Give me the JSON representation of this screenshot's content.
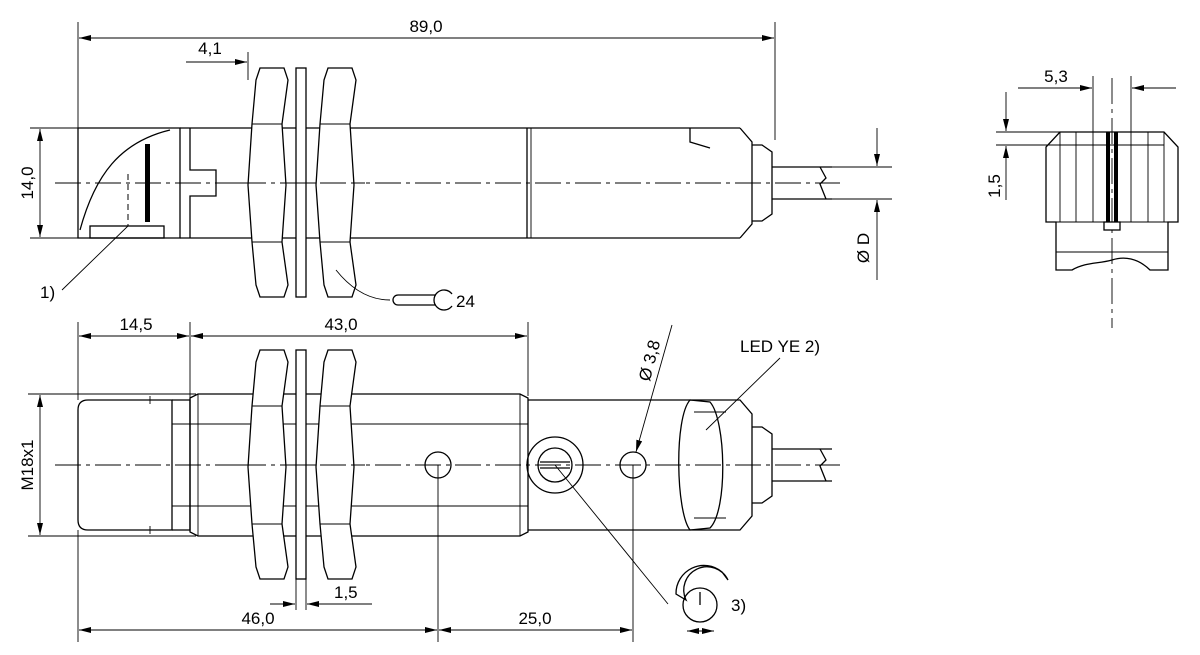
{
  "dimensions": {
    "total_length": "89,0",
    "nut_offset": "4,1",
    "height": "14,0",
    "diameter": "Ø D",
    "thread": "M18x1",
    "head_length": "14,5",
    "thread_length": "43,0",
    "hole_diameter": "Ø 3,8",
    "overall_to_hole": "46,0",
    "washer_thickness": "1,5",
    "hole_spacing": "25,0",
    "end_width": "5,3",
    "end_height": "1,5"
  },
  "annotations": {
    "note_1": "1)",
    "led": "LED YE 2)",
    "wrench_size": "24",
    "note_3": "3)"
  }
}
